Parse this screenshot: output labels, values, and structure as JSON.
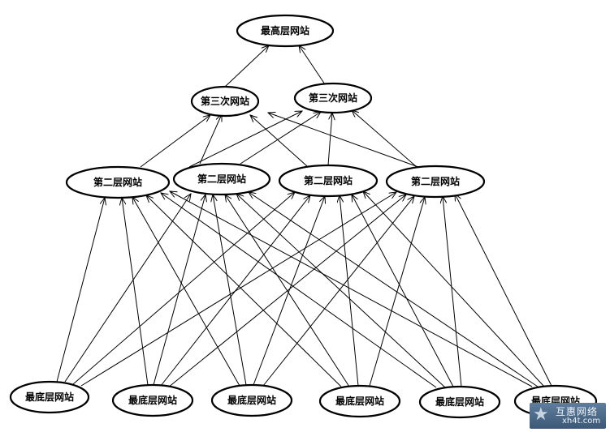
{
  "diagram": {
    "top": {
      "label": "最高层网站"
    },
    "third": [
      {
        "label": "第三次网站"
      },
      {
        "label": "第三次网站"
      }
    ],
    "second": [
      {
        "label": "第二层网站"
      },
      {
        "label": "第二层网站"
      },
      {
        "label": "第二层网站"
      },
      {
        "label": "第二层网站"
      }
    ],
    "bottom": [
      {
        "label": "最底层网站"
      },
      {
        "label": "最底层网站"
      },
      {
        "label": "最底层网站"
      },
      {
        "label": "最底层网站"
      },
      {
        "label": "最底层网站"
      },
      {
        "label": "最底层网站"
      }
    ]
  },
  "watermark": {
    "title": "互惠网络",
    "url": "xh4t.com",
    "icon": "star-icon"
  }
}
